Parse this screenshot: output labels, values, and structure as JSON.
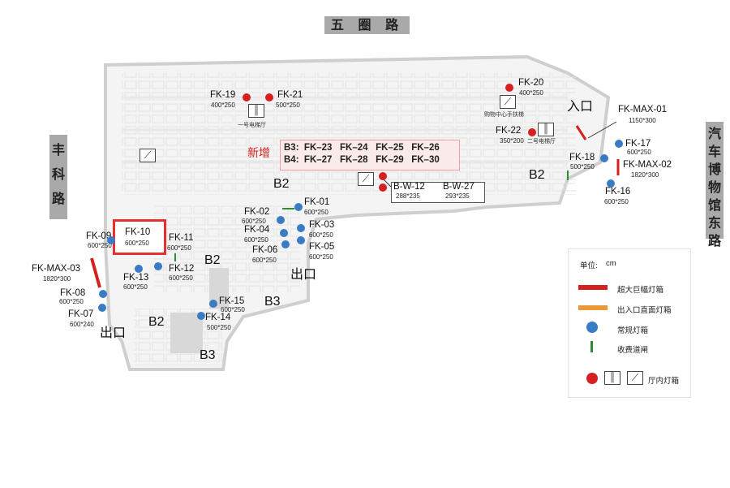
{
  "roads": {
    "north": "五 圈 路",
    "west": "丰科路",
    "east": "汽车博物馆东路"
  },
  "colors": {
    "regular": "#3a7cc3",
    "hall": "#d42020",
    "huge": "#d42020",
    "entrance": "#e89a3a",
    "gate": "#2e8b3a"
  },
  "signs": [
    {
      "code": "FK-19",
      "size": "400*250"
    },
    {
      "code": "FK-21",
      "size": "500*250"
    },
    {
      "code": "FK-20",
      "size": "400*250"
    },
    {
      "code": "FK-22",
      "size": "350*200"
    },
    {
      "code": "FK-MAX-01",
      "size": "1150*300"
    },
    {
      "code": "FK-17",
      "size": "600*250"
    },
    {
      "code": "FK-18",
      "size": "500*250"
    },
    {
      "code": "FK-MAX-02",
      "size": "1820*300"
    },
    {
      "code": "FK-16",
      "size": "600*250"
    },
    {
      "code": "FK-01",
      "size": "600*250"
    },
    {
      "code": "FK-02",
      "size": "600*250"
    },
    {
      "code": "FK-03",
      "size": "600*250"
    },
    {
      "code": "FK-04",
      "size": "600*250"
    },
    {
      "code": "FK-05",
      "size": "600*250"
    },
    {
      "code": "FK-06",
      "size": "600*250"
    },
    {
      "code": "FK-09",
      "size": "600*250"
    },
    {
      "code": "FK-10",
      "size": "600*250"
    },
    {
      "code": "FK-11",
      "size": "600*250"
    },
    {
      "code": "FK-12",
      "size": "600*250"
    },
    {
      "code": "FK-13",
      "size": "600*250"
    },
    {
      "code": "FK-MAX-03",
      "size": "1820*300"
    },
    {
      "code": "FK-08",
      "size": "600*250"
    },
    {
      "code": "FK-07",
      "size": "600*240"
    },
    {
      "code": "FK-15",
      "size": "600*250"
    },
    {
      "code": "FK-14",
      "size": "500*250"
    },
    {
      "code": "B-W-12",
      "size": "288*235"
    },
    {
      "code": "B-W-27",
      "size": "293*235"
    }
  ],
  "new_block": {
    "label": "新增",
    "row1": "B3:  FK–23   FK–24   FK–25   FK–26",
    "row2": "B4:  FK–27   FK–28   FK–29   FK–30"
  },
  "places": {
    "elevator_hall": "一号电梯厅",
    "mall_escalator": "购物中心手扶梯",
    "elevator_hall_2": "二号电梯厅",
    "entrance": "入口",
    "exit": "出口"
  },
  "levels": {
    "b2": "B2",
    "b3": "B3"
  },
  "legend": {
    "unit_label": "单位:",
    "unit": "cm",
    "huge": "超大巨幅灯箱",
    "entrance": "出入口直面灯箱",
    "regular": "常规灯箱",
    "gate": "收费道闸",
    "hall": "厅内灯箱"
  }
}
